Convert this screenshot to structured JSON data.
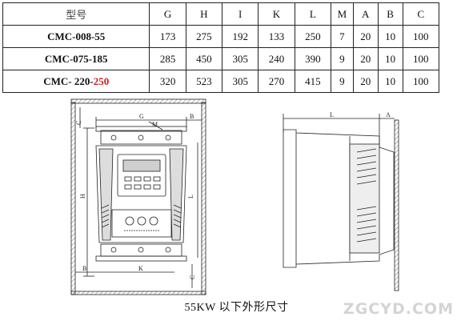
{
  "table": {
    "header": [
      "型号",
      "G",
      "H",
      "I",
      "K",
      "L",
      "M",
      "A",
      "B",
      "C"
    ],
    "rows": [
      {
        "model": "CMC-008-55",
        "values": [
          "173",
          "275",
          "192",
          "133",
          "250",
          "7",
          "20",
          "10",
          "100"
        ]
      },
      {
        "model": "CMC-075-185",
        "values": [
          "285",
          "450",
          "305",
          "240",
          "390",
          "9",
          "20",
          "10",
          "100"
        ]
      },
      {
        "model_prefix": "CMC- 220-",
        "model_suffix": "250",
        "values": [
          "320",
          "523",
          "305",
          "270",
          "415",
          "9",
          "20",
          "10",
          "100"
        ]
      }
    ]
  },
  "front_view": {
    "labels": {
      "top_g": "G",
      "top_m": "M",
      "top_b": "B",
      "left_c": "C",
      "left_h": "H",
      "right_l": "L",
      "bottom_k": "K",
      "bottom_b": "B",
      "bottom_c": "C"
    }
  },
  "side_view": {
    "labels": {
      "top_l": "L",
      "top_a": "A"
    }
  },
  "caption": "55KW 以下外形尺寸",
  "watermark": "ZGCYD.COM",
  "colors": {
    "line": "#222222",
    "highlight": "#d21b1b",
    "watermark": "#d4d4d4"
  }
}
